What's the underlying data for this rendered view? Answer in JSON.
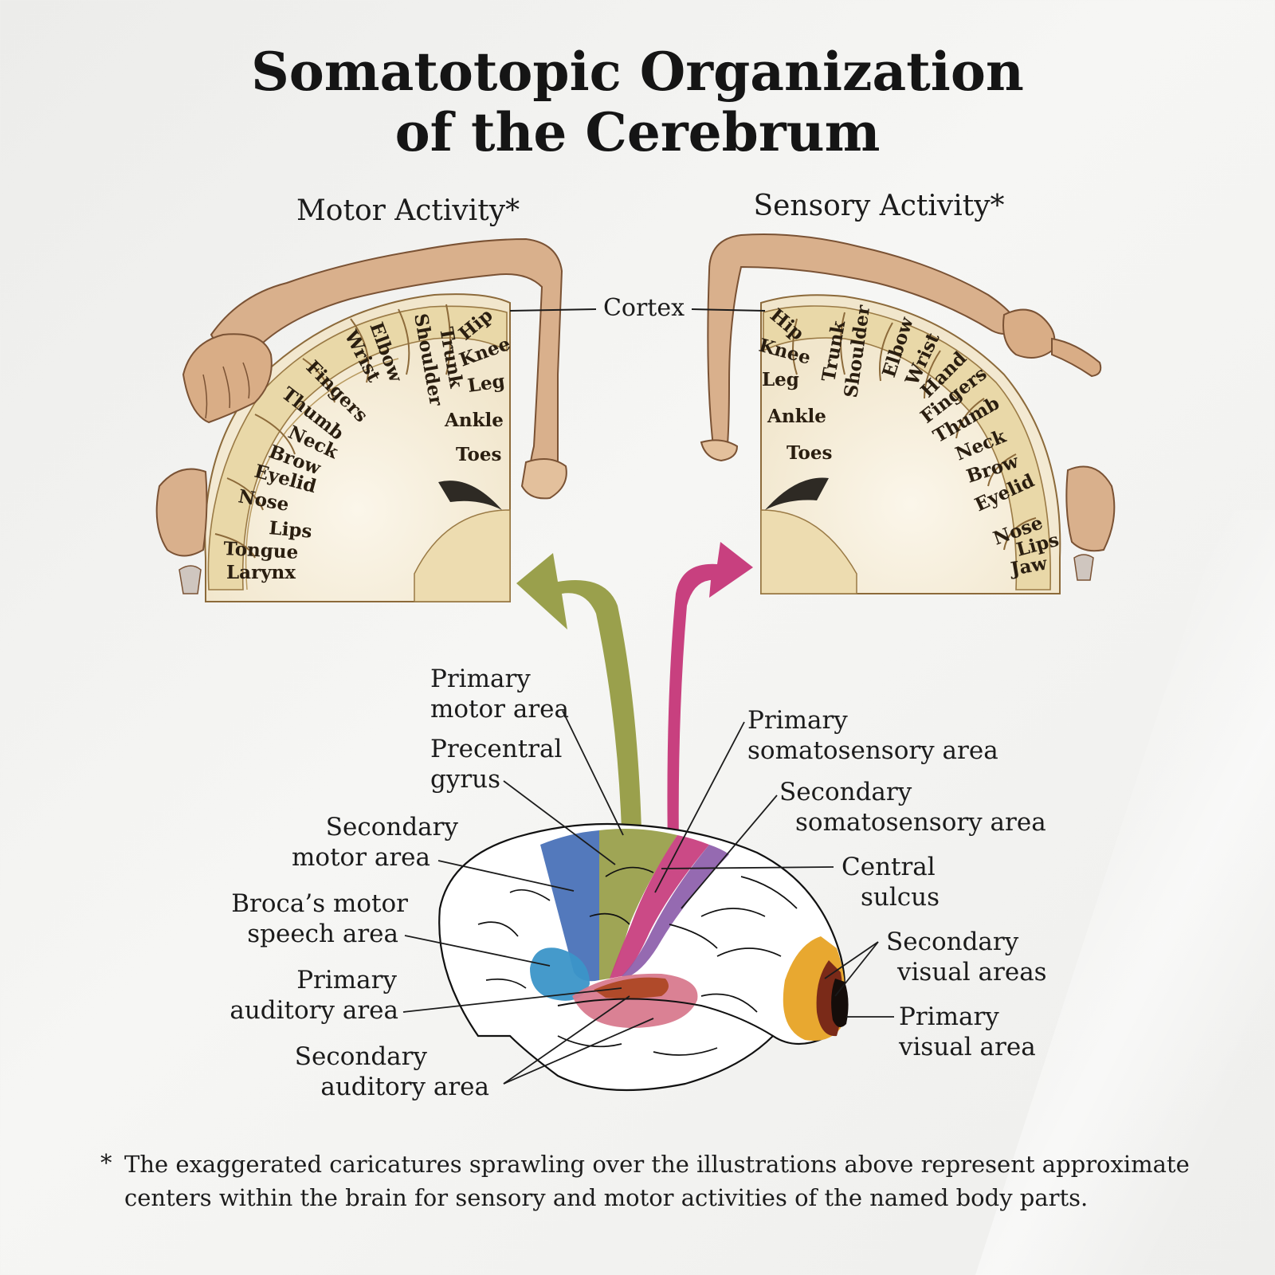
{
  "title": {
    "line1": "Somatotopic Organization",
    "line2": "of the Cerebrum"
  },
  "panels": {
    "motor": {
      "heading": "Motor Activity*",
      "body_parts": [
        "Hip",
        "Trunk",
        "Shoulder",
        "Elbow",
        "Wrist",
        "Fingers",
        "Thumb",
        "Neck",
        "Brow",
        "Eyelid",
        "Nose",
        "Lips",
        "Tongue",
        "Larynx",
        "Knee",
        "Leg",
        "Ankle",
        "Toes"
      ]
    },
    "sensory": {
      "heading": "Sensory Activity*",
      "body_parts": [
        "Hip",
        "Knee",
        "Leg",
        "Ankle",
        "Toes",
        "Trunk",
        "Shoulder",
        "Elbow",
        "Wrist",
        "Hand",
        "Fingers",
        "Thumb",
        "Neck",
        "Brow",
        "Eyelid",
        "Nose",
        "Lips",
        "Jaw"
      ]
    },
    "shared_label": "Cortex"
  },
  "brain_labels": {
    "left": {
      "primary_motor": [
        "Primary",
        "motor area"
      ],
      "precentral": [
        "Precentral",
        "gyrus"
      ],
      "secondary_motor": [
        "Secondary",
        "motor area"
      ],
      "broca": [
        "Broca’s motor",
        "speech area"
      ],
      "primary_auditory": [
        "Primary",
        "auditory area"
      ],
      "secondary_auditory": [
        "Secondary",
        "auditory area"
      ]
    },
    "right": {
      "primary_somatosensory": [
        "Primary",
        "somatosensory area"
      ],
      "secondary_somatosensory": [
        "Secondary",
        "somatosensory area"
      ],
      "central_sulcus": [
        "Central",
        "sulcus"
      ],
      "secondary_visual": [
        "Secondary",
        "visual areas"
      ],
      "primary_visual": [
        "Primary",
        "visual area"
      ]
    }
  },
  "colors": {
    "motor_arrow": "#9aa04c",
    "sensory_arrow": "#c8407f",
    "secondary_motor_region": "#4a72b8",
    "broca_region": "#3b95c8",
    "auditory_primary": "#b04a2a",
    "auditory_secondary": "#d87a8e",
    "somatosensory_secondary": "#8a5aa8",
    "visual_secondary": "#e8a830",
    "visual_primary": "#2a1a12",
    "gyri_fill": "#e9d8a8"
  },
  "footnote": {
    "star": "*",
    "text": "The exaggerated caricatures sprawling over the illustrations above represent approximate centers within the brain for sensory and motor activities of the named body parts."
  }
}
